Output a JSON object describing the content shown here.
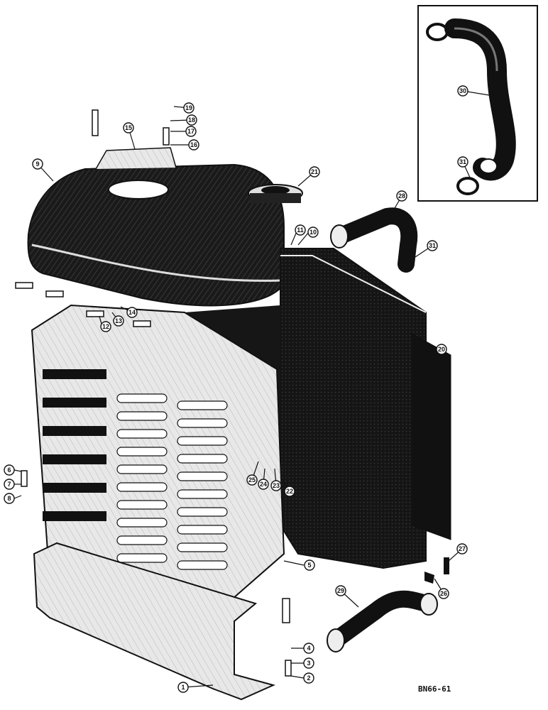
{
  "diagram": {
    "callouts": [
      "1",
      "2",
      "3",
      "4",
      "5",
      "6",
      "7",
      "8",
      "9",
      "10",
      "11",
      "12",
      "13",
      "14",
      "16",
      "17",
      "18",
      "19",
      "15",
      "20",
      "21",
      "22",
      "23",
      "24",
      "25",
      "26",
      "27",
      "28",
      "29",
      "30",
      "31",
      "31"
    ],
    "drawing_code": "BN66-61"
  },
  "colors": {
    "ink": "#111111",
    "paper": "#ffffff",
    "chrome": "#d8d8d8"
  }
}
